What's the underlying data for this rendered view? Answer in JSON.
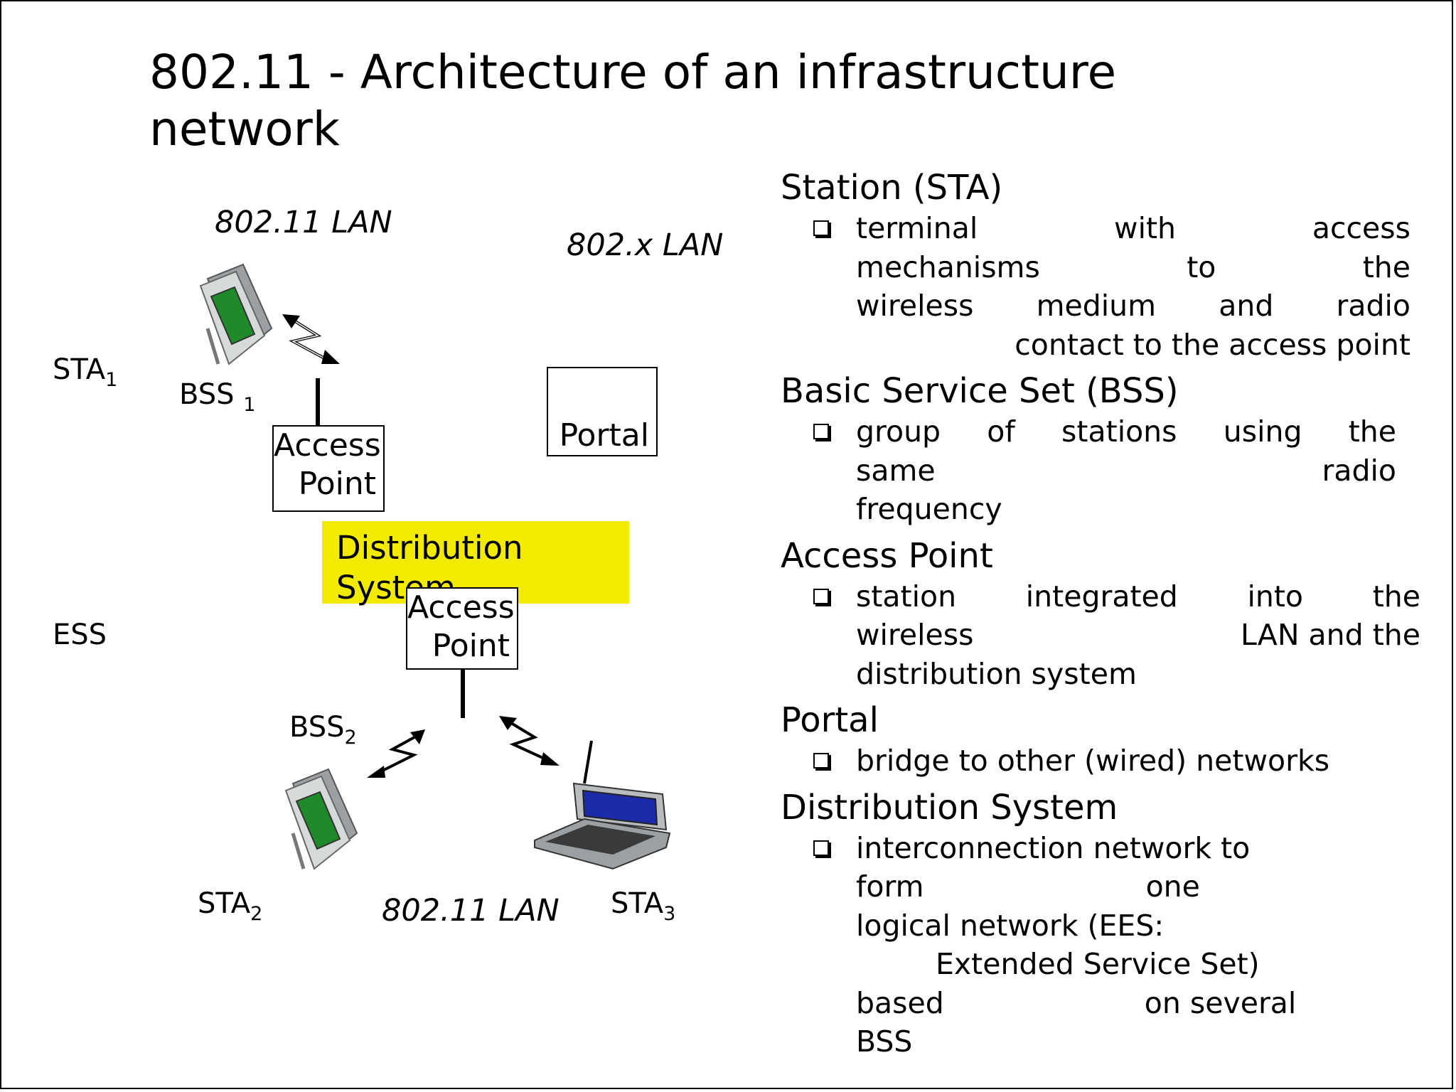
{
  "slide": {
    "title_line1": "802.11 - Architecture of an infrastructure",
    "title_line2": "network"
  },
  "diagram": {
    "lan_top_left": "802.11 LAN",
    "lan_top_right": "802.x LAN",
    "lan_bottom": "802.11 LAN",
    "sta1": "STA",
    "sta1_sub": "1",
    "bss1": "BSS",
    "bss1_sub": "1",
    "ess": "ESS",
    "bss2": "BSS",
    "bss2_sub": "2",
    "sta2": "STA",
    "sta2_sub": "2",
    "sta3": "STA",
    "sta3_sub": "3",
    "ap1_line1": "Access",
    "ap1_line2": "Point",
    "ap2_line1": "Access",
    "ap2_line2": "Point",
    "portal": "Portal",
    "ds_line1": "Distribution",
    "ds_line2": "System",
    "colors": {
      "ds_fill": "#f2ea00",
      "device_screen": "#1f8a2a",
      "laptop_screen": "#1a2aa8"
    },
    "icons": [
      "pda-icon",
      "laptop-icon",
      "wireless-link-icon"
    ]
  },
  "definitions": {
    "sta_heading": "Station (STA)",
    "sta_l1": "terminal with access",
    "sta_l2": "mechanisms to the",
    "sta_l3": "wireless medium and radio",
    "sta_l4": "contact to the access point",
    "bss_heading": "Basic Service Set (BSS)",
    "bss_l1": "group of stations using the",
    "bss_l2": "same radio",
    "bss_l3": "frequency",
    "ap_heading": "Access Point",
    "ap_l1": "station integrated into the",
    "ap_l2a": "wireless",
    "ap_l2b": "LAN and the",
    "ap_l3": "distribution system",
    "portal_heading": "Portal",
    "portal_l1": "bridge to other (wired) networks",
    "ds_heading": "Distribution System",
    "ds_l1": "interconnection network to",
    "ds_l2a": "form",
    "ds_l2b": "one",
    "ds_l3": "logical network (EES:",
    "ds_l4": "Extended Service Set)",
    "ds_l5a": "based",
    "ds_l5b": "on several",
    "ds_l6": "BSS"
  }
}
